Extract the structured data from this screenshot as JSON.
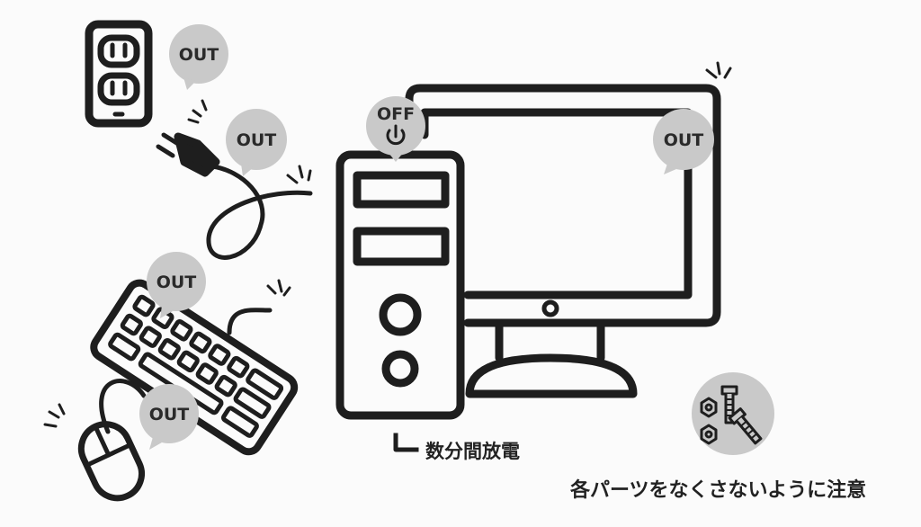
{
  "colors": {
    "stroke": "#1e1e1e",
    "bubble": "#c9c9c9",
    "background": "#fbfbfb"
  },
  "bubbles": {
    "outlet": "OUT",
    "plug": "OUT",
    "monitor": "OUT",
    "keyboard": "OUT",
    "mouse": "OUT",
    "power": "OFF"
  },
  "icons": [
    "outlet-icon",
    "plug-icon",
    "pc-tower-icon",
    "monitor-icon",
    "keyboard-icon",
    "mouse-icon",
    "power-icon",
    "screws-icon"
  ],
  "captions": {
    "discharge": "数分間放電",
    "parts_warning": "各パーツをなくさないように注意"
  }
}
